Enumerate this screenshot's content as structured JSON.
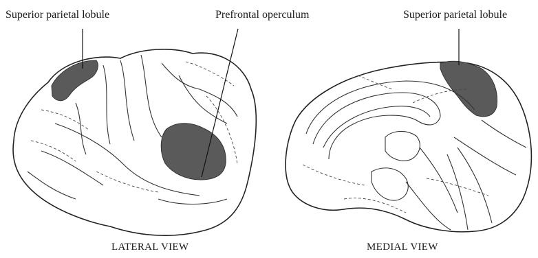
{
  "labels": {
    "lateral_superior_parietal": "Superior parietal lobule",
    "prefrontal_operculum": "Prefrontal operculum",
    "medial_superior_parietal": "Superior parietal lobule"
  },
  "captions": {
    "lateral": "LATERAL VIEW",
    "medial": "MEDIAL VIEW"
  },
  "colors": {
    "highlight_region": "#5a5a5a",
    "outline": "#222222"
  }
}
